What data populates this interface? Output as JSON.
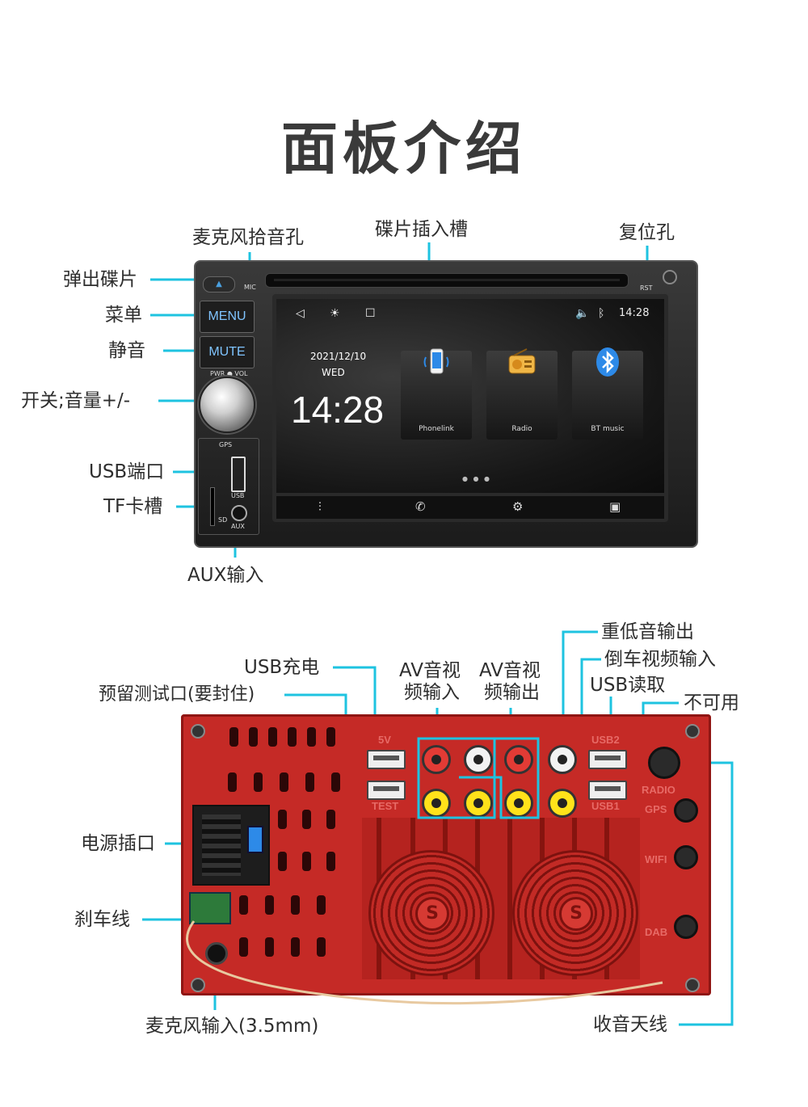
{
  "page": {
    "title": "面板介绍"
  },
  "front": {
    "callouts": {
      "mic_hole": "麦克风拾音孔",
      "disc_slot": "碟片插入槽",
      "reset_hole": "复位孔",
      "eject": "弹出碟片",
      "menu": "菜单",
      "mute": "静音",
      "power_volume": "开关;音量+/-",
      "usb_port": "USB端口",
      "tf_slot": "TF卡槽",
      "aux_in": "AUX输入"
    },
    "panel_labels": {
      "mic": "MIC",
      "rst": "RST",
      "menu_btn": "MENU",
      "mute_btn": "MUTE",
      "pwr_vol": "PWR ● VOL",
      "gps": "GPS",
      "usb": "USB",
      "sd": "SD",
      "aux": "AUX"
    },
    "screen": {
      "status_time": "14:28",
      "date": "2021/12/10",
      "weekday": "WED",
      "clock": "14:28",
      "tiles": [
        {
          "label": "Phonelink",
          "icon": "phone-icon"
        },
        {
          "label": "Radio",
          "icon": "radio-icon"
        },
        {
          "label": "BT music",
          "icon": "bluetooth-icon"
        }
      ],
      "dock_icons": [
        "equalizer-icon",
        "phone-call-icon",
        "settings-icon",
        "gallery-icon"
      ]
    }
  },
  "back": {
    "callouts": {
      "usb_charge": "USB充电",
      "test_port": "预留测试口(要封住)",
      "av_in_1": "AV音视",
      "av_in_2": "频输入",
      "av_out_1": "AV音视",
      "av_out_2": "频输出",
      "subwoofer_out": "重低音输出",
      "reverse_cam_in": "倒车视频输入",
      "usb_read": "USB读取",
      "unavailable": "不可用",
      "power_socket": "电源插口",
      "brake_wire": "刹车线",
      "mic_in": "麦克风输入(3.5mm)",
      "radio_antenna": "收音天线"
    },
    "embossed": {
      "v5": "5V",
      "test": "TEST",
      "usb2": "USB2",
      "usb1": "USB1",
      "radio": "RADIO",
      "gps": "GPS",
      "wifi": "WIFI",
      "dab": "DAB"
    }
  },
  "colors": {
    "leader_line": "#1ec3e0",
    "back_red": "#c52a26",
    "menu_text": "#7fc4ff"
  }
}
